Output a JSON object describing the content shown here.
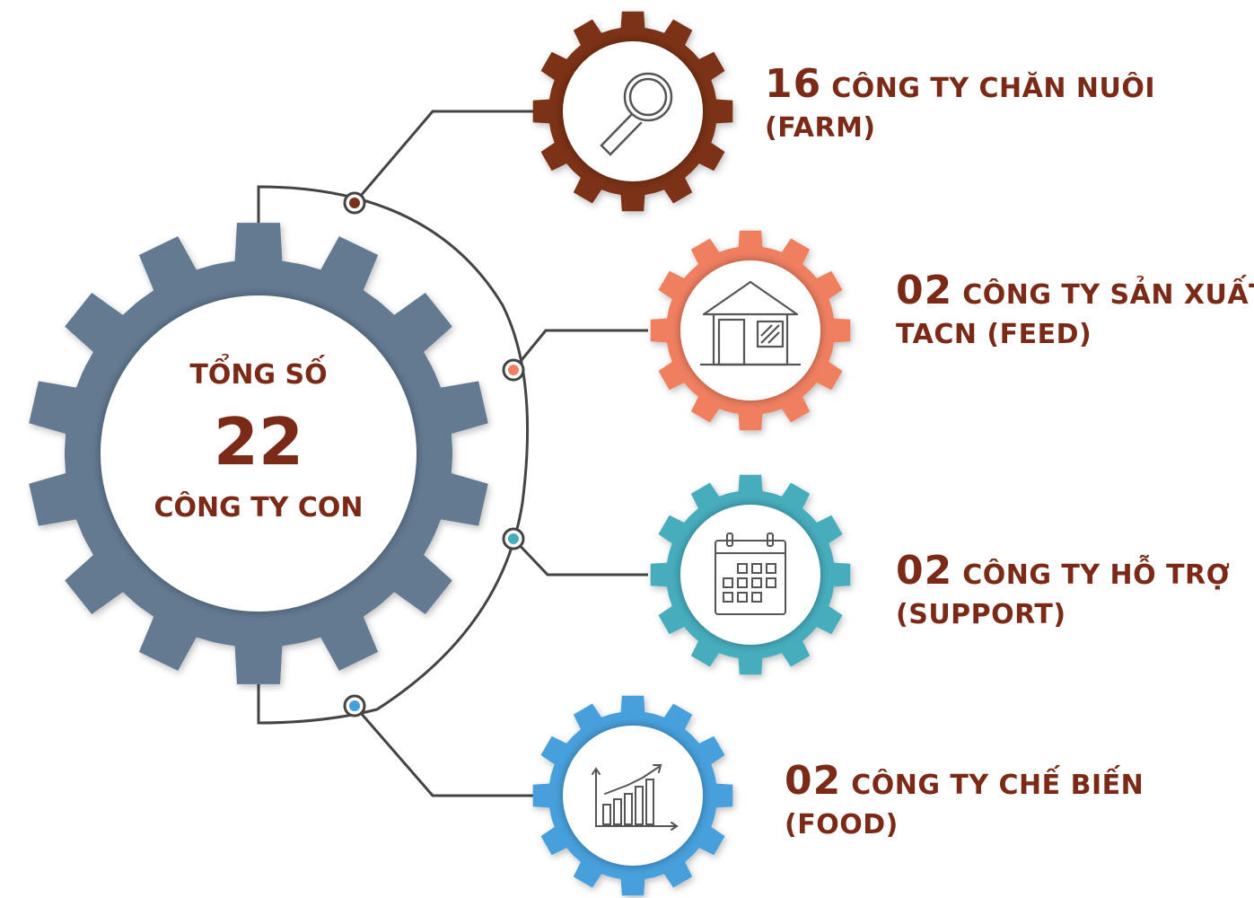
{
  "center": {
    "line1": "TỔNG SỐ",
    "number": "22",
    "line3": "CÔNG TY CON",
    "gear_color": "#637a91"
  },
  "items": [
    {
      "number": "16",
      "title": "CÔNG TY CHĂN NUÔI",
      "subtitle": "(FARM)",
      "gear_color": "#7c3017",
      "icon": "magnifier-icon"
    },
    {
      "number": "02",
      "title": "CÔNG TY SẢN XUẤT",
      "subtitle": "TACN (FEED)",
      "gear_color": "#f07f60",
      "icon": "house-icon"
    },
    {
      "number": "02",
      "title": "CÔNG TY HỖ TRỢ",
      "subtitle": "(SUPPORT)",
      "gear_color": "#47adbd",
      "icon": "calendar-icon"
    },
    {
      "number": "02",
      "title": "CÔNG TY CHẾ BIẾN",
      "subtitle": "(FOOD)",
      "gear_color": "#46a0dc",
      "icon": "bar-chart-icon"
    }
  ],
  "colors": {
    "text": "#7a2a17",
    "connector": "#444444"
  }
}
